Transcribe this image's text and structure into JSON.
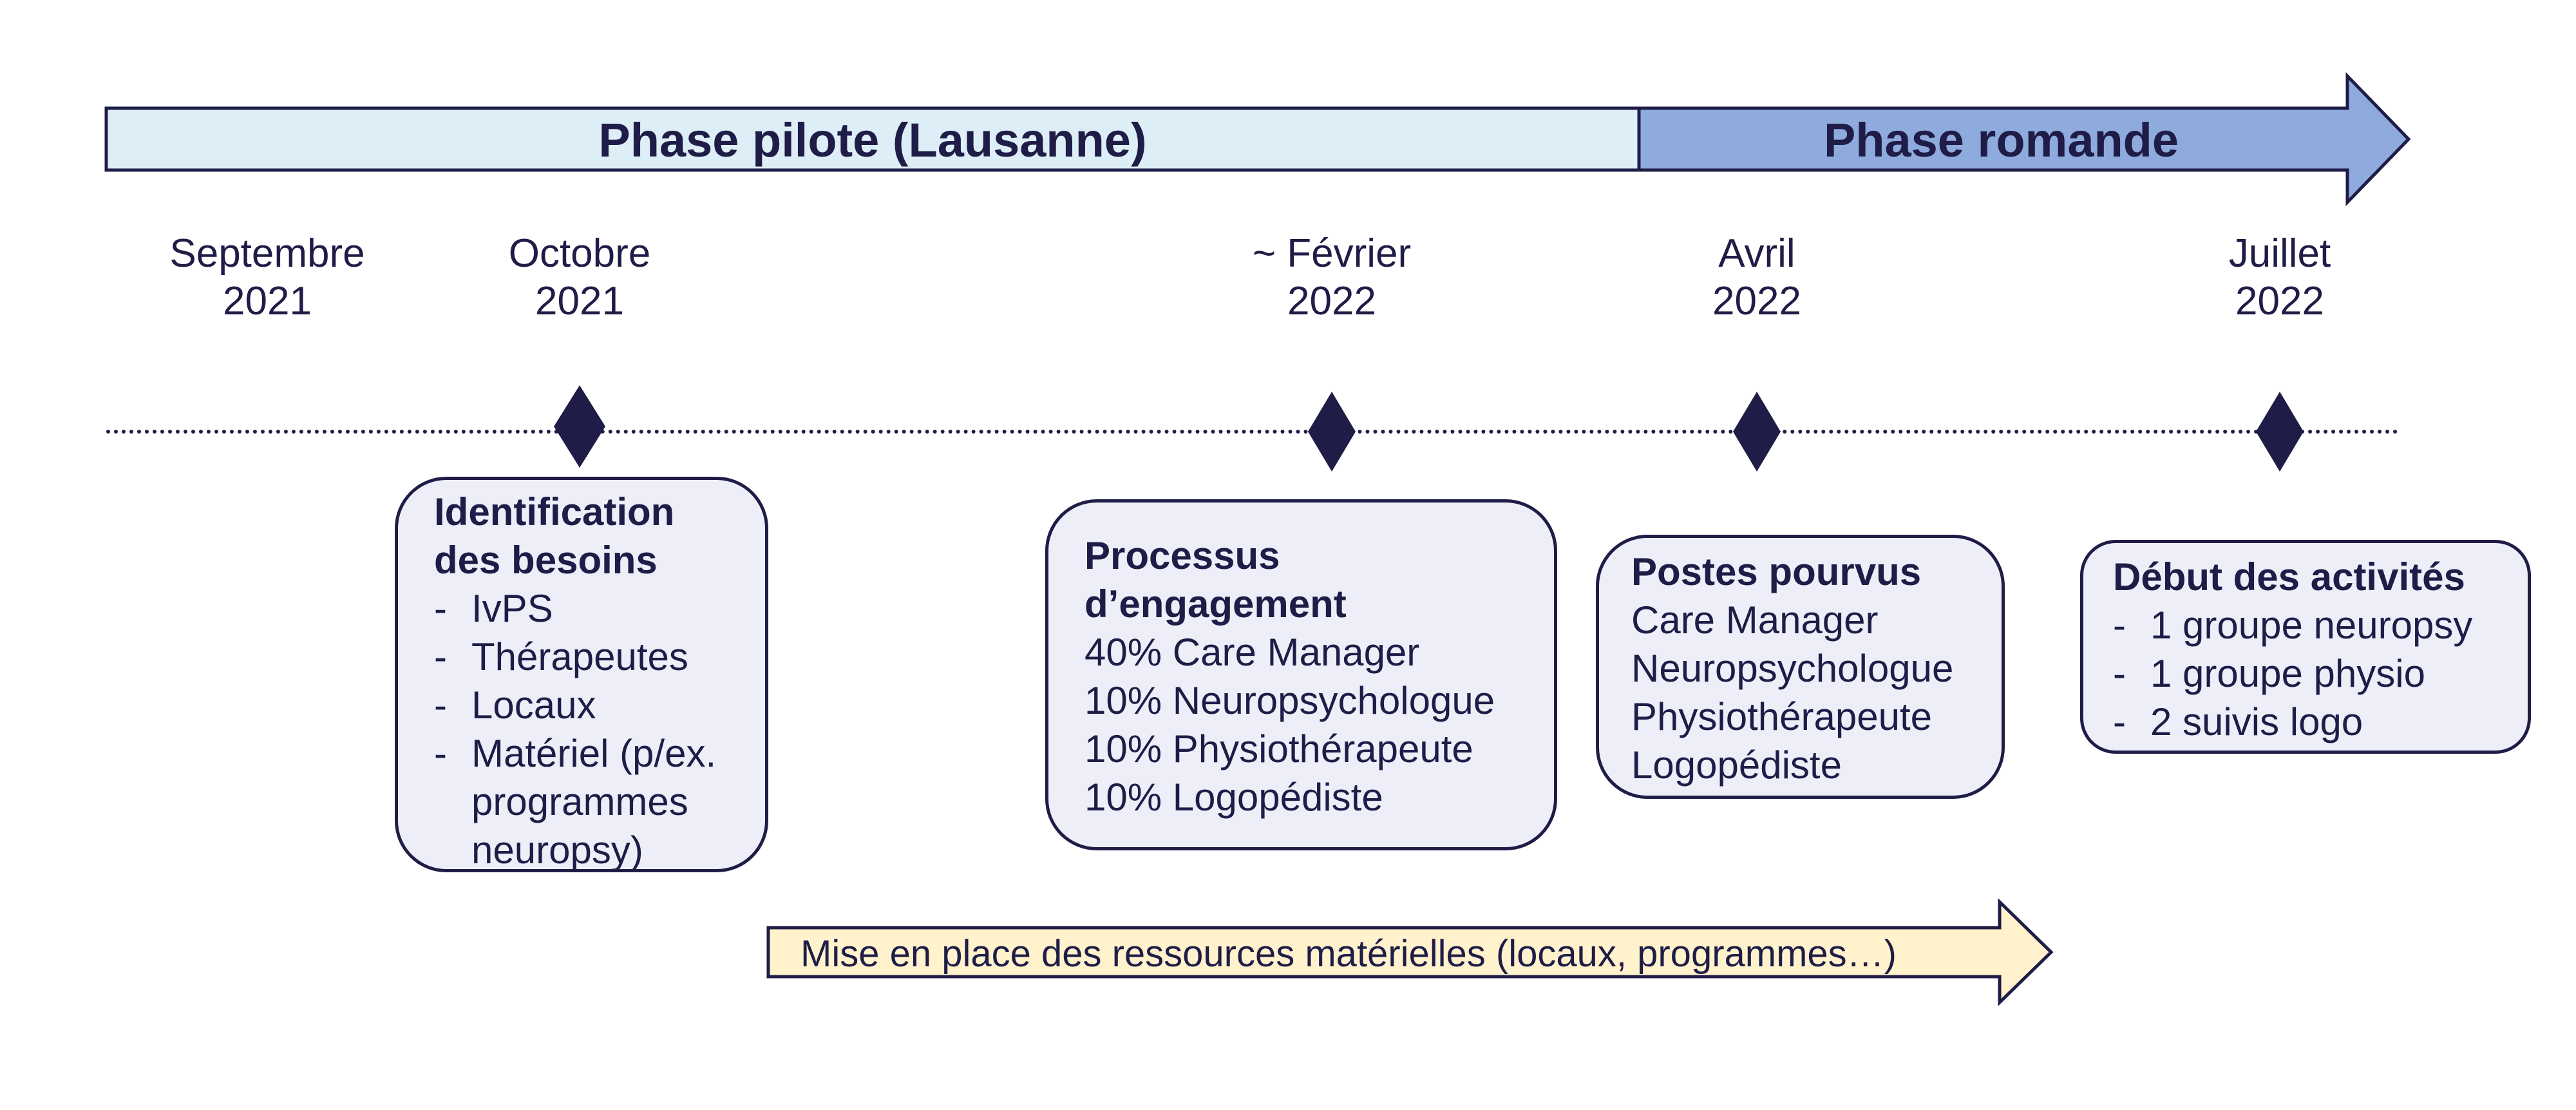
{
  "phases": {
    "pilot_label": "Phase pilote (Lausanne)",
    "romande_label": "Phase romande",
    "pilot_color": "#ddeef6",
    "romande_color": "#8faadc"
  },
  "dates": [
    {
      "month": "Septembre",
      "year": "2021"
    },
    {
      "month": "Octobre",
      "year": "2021"
    },
    {
      "month": "~ Février",
      "year": "2022"
    },
    {
      "month": "Avril",
      "year": "2022"
    },
    {
      "month": "Juillet",
      "year": "2022"
    }
  ],
  "boxes": {
    "besoins": {
      "title_line1": "Identification",
      "title_line2": "des besoins",
      "items": [
        "IvPS",
        "Thérapeutes",
        "Locaux",
        "Matériel (p/ex. programmes neuropsy)"
      ]
    },
    "engagement": {
      "title_line1": "Processus",
      "title_line2": "d’engagement",
      "lines": [
        "40% Care Manager",
        "10% Neuropsychologue",
        "10% Physiothérapeute",
        "10% Logopédiste"
      ]
    },
    "postes": {
      "title": "Postes pourvus",
      "lines": [
        "Care Manager",
        "Neuropsychologue",
        "Physiothérapeute",
        "Logopédiste"
      ]
    },
    "activites": {
      "title": "Début des activités",
      "items": [
        "1 groupe neuropsy",
        "1 groupe physio",
        "2 suivis logo"
      ]
    }
  },
  "bottom_arrow": {
    "label": "Mise en place des ressources matérielles (locaux, programmes…)",
    "color": "#fff2cc"
  },
  "colors": {
    "ink": "#1f1d47",
    "box_fill": "#eeeef8"
  },
  "dash": "-"
}
